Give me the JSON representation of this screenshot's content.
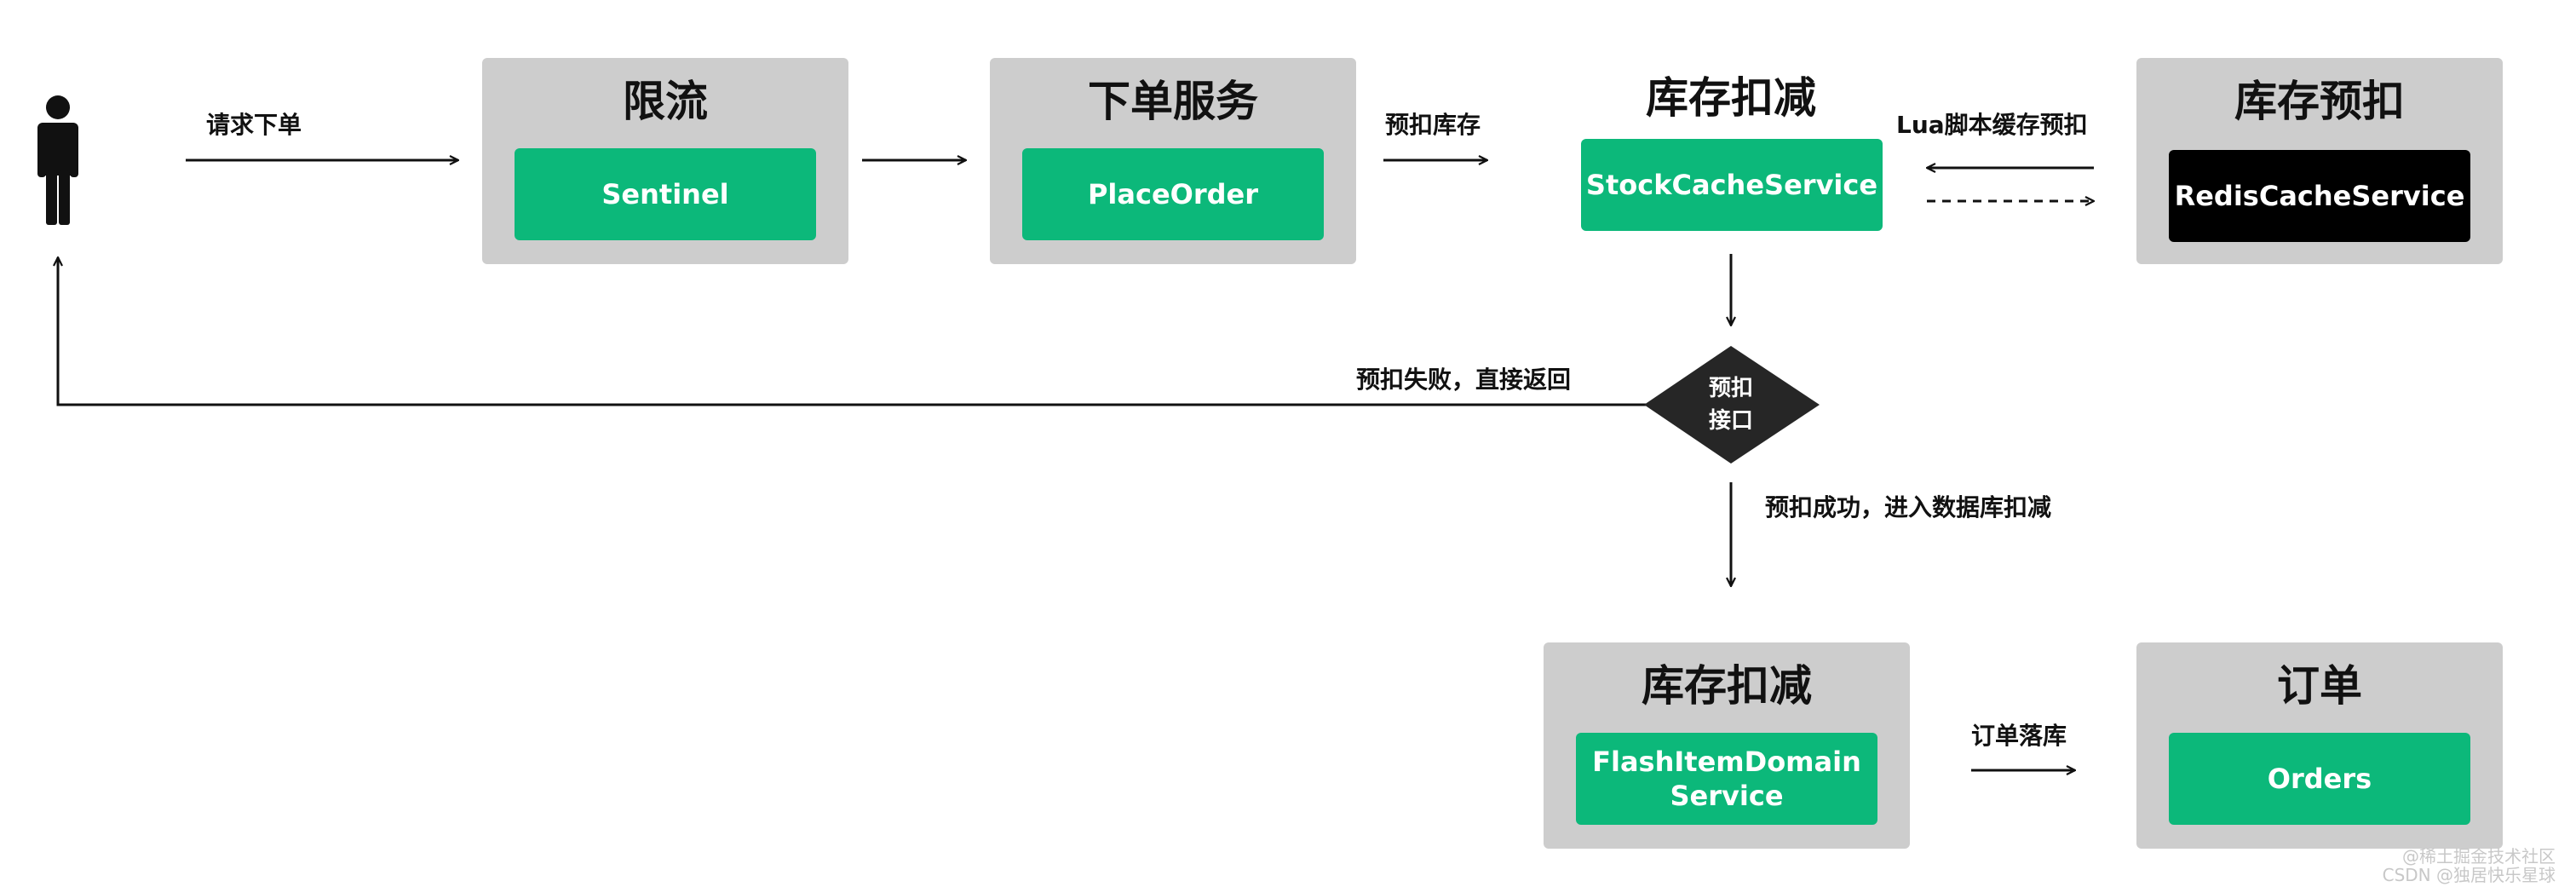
{
  "actor": {
    "icon": "person-icon"
  },
  "labels": {
    "request_order": "请求下单",
    "prededuct_stock": "预扣库存",
    "lua_script": "Lua脚本缓存预扣",
    "prededuct_fail": "预扣失败，直接返回",
    "prededuct_success": "预扣成功，进入数据库扣减",
    "order_persist": "订单落库"
  },
  "boxes": {
    "rate_limit": {
      "title": "限流",
      "service": "Sentinel"
    },
    "order_service": {
      "title": "下单服务",
      "service": "PlaceOrder"
    },
    "stock_deduct_cache": {
      "title": "库存扣减",
      "service": "StockCacheService"
    },
    "stock_prededuct": {
      "title": "库存预扣",
      "service": "RedisCacheService"
    },
    "stock_deduct_db": {
      "title": "库存扣减",
      "service": "FlashItemDomainService"
    },
    "orders": {
      "title": "订单",
      "service": "Orders"
    }
  },
  "decision": {
    "line1": "预扣",
    "line2": "接口"
  },
  "watermark": {
    "line1": "@稀土掘金技术社区",
    "line2": "CSDN @独居快乐星球"
  },
  "colors": {
    "box_bg": "#cdcdcd",
    "service_green": "#0cb87a",
    "service_black": "#000000",
    "diamond": "#262626",
    "line": "#111111"
  }
}
